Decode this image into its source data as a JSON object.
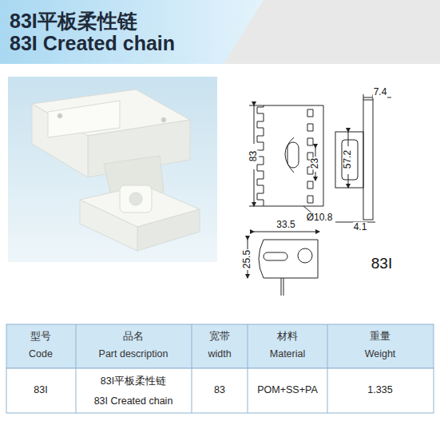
{
  "diagram": {
    "title": "83I平板柔性链",
    "labels": [
      "83I Created chain",
      "7.4",
      "83",
      "23",
      "57.2",
      "Ø10.8",
      "33.5",
      "4.1",
      "25.5",
      "83I",
      "型号",
      "Code",
      "品名",
      "Part description",
      "宽带",
      "width",
      "材料",
      "Material",
      "重量",
      "Weight",
      "83I",
      "83I平板柔性链",
      "83I Created chain",
      "83",
      "POM+SS+PA",
      "1.335"
    ]
  }
}
